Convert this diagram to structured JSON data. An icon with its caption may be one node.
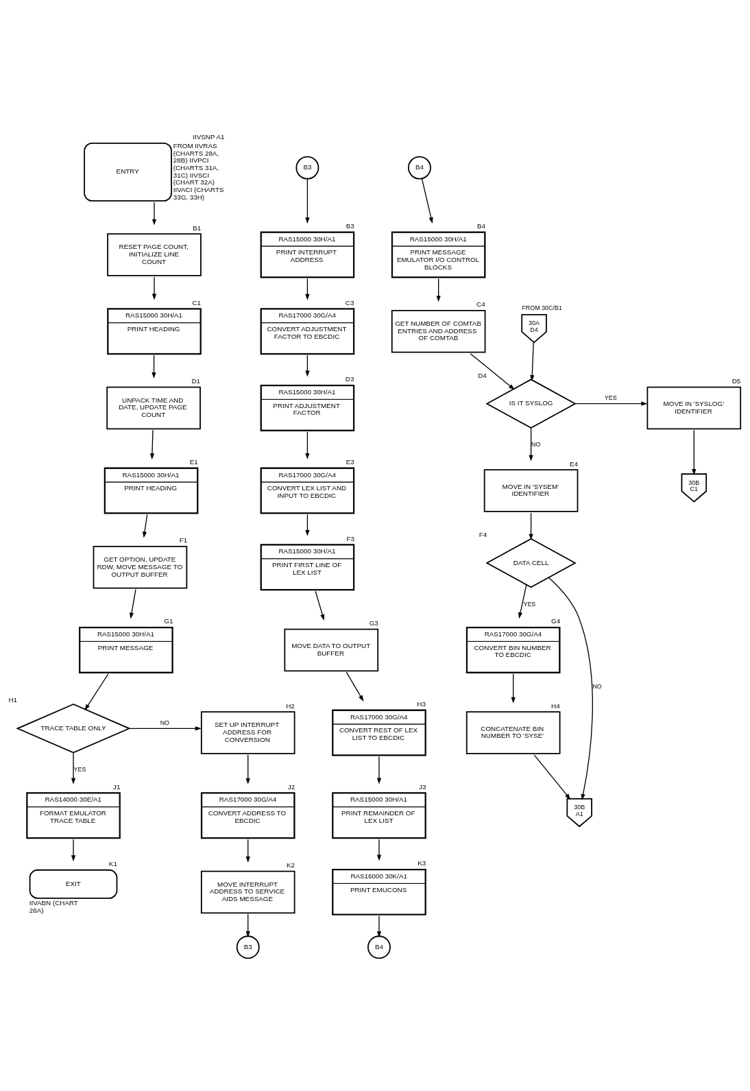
{
  "diagram": {
    "nodes": [
      {
        "text": [
          "ENTRY"
        ],
        "beside": [
          "IIVSNP A1",
          "FROM IIVRAS (CHARTS 28A, 28B) IIVPCI (CHARTS 31A, 31C) IIVSCI (CHART 32A) IIVACI (CHARTS 33G, 33H)"
        ]
      },
      {
        "text": [
          "RESET PAGE COUNT, INITIALIZE LINE COUNT"
        ],
        "beside": [
          "B1"
        ]
      },
      {
        "text": [
          "RAS15000 30H/A1",
          "PRINT HEADING"
        ],
        "beside": [
          "C1"
        ]
      },
      {
        "text": [
          "UNPACK TIME AND DATE, UPDATE PAGE COUNT"
        ],
        "beside": [
          "D1"
        ]
      },
      {
        "text": [
          "RAS15000 30H/A1",
          "PRINT HEADING"
        ],
        "beside": [
          "E1"
        ]
      },
      {
        "text": [
          "GET OPTION, UPDATE RDW, MOVE MESSAGE TO OUTPUT BUFFER"
        ],
        "beside": [
          "F1"
        ]
      },
      {
        "text": [
          "RAS15000 30H/A1",
          "PRINT MESSAGE"
        ],
        "beside": [
          "G1"
        ]
      },
      {
        "text": [
          "TRACE TABLE ONLY"
        ],
        "beside": [
          "H1"
        ]
      },
      {
        "text": [
          "SET UP INTERRUPT ADDRESS FOR CONVERSION"
        ],
        "beside": [
          "H2"
        ]
      },
      {
        "text": [
          "RAS14000 30E/A1",
          "FORMAT EMULATOR TRACE TABLE"
        ],
        "beside": [
          "J1"
        ]
      },
      {
        "text": [
          "RAS17000 30G/A4",
          "CONVERT ADDRESS TO EBCDIC"
        ],
        "beside": [
          "J2"
        ]
      },
      {
        "text": [
          "EXIT"
        ],
        "beside": [
          "K1",
          "IIVABN (CHART 26A)"
        ]
      },
      {
        "text": [
          "MOVE INTERRUPT ADDRESS TO SERVICE AIDS MESSAGE"
        ],
        "beside": [
          "K2"
        ]
      },
      {
        "text": [
          "B3"
        ]
      },
      {
        "text": [
          "B3"
        ]
      },
      {
        "text": [
          "RAS15000 30H/A1",
          "PRINT INTERRUPT ADDRESS"
        ],
        "beside": [
          "B3"
        ]
      },
      {
        "text": [
          "RAS17000 30G/A4",
          "CONVERT ADJUSTMENT FACTOR TO EBCDIC"
        ],
        "beside": [
          "C3"
        ]
      },
      {
        "text": [
          "RAS15000 30H/A1",
          "PRINT ADJUSTMENT FACTOR"
        ],
        "beside": [
          "D3"
        ]
      },
      {
        "text": [
          "RAS17000 30G/A4",
          "CONVERT LEX LIST AND INPUT TO EBCDIC"
        ],
        "beside": [
          "E3"
        ]
      },
      {
        "text": [
          "RAS15000 30H/A1",
          "PRINT FIRST LINE OF LEX LIST"
        ],
        "beside": [
          "F3"
        ]
      },
      {
        "text": [
          "MOVE DATA TO OUTPUT BUFFER"
        ],
        "beside": [
          "G3"
        ]
      },
      {
        "text": [
          "RAS17000 30G/A4",
          "CONVERT REST OF LEX LIST TO EBCDIC"
        ],
        "beside": [
          "H3"
        ]
      },
      {
        "text": [
          "RAS15000 30H/A1",
          "PRINT REMAINDER OF LEX LIST"
        ],
        "beside": [
          "J3"
        ]
      },
      {
        "text": [
          "RAS16000 30K/A1",
          "PRINT EMUCONS"
        ],
        "beside": [
          "K3"
        ]
      },
      {
        "text": [
          "B4"
        ]
      },
      {
        "text": [
          "B4"
        ]
      },
      {
        "text": [
          "RAS15000 30H/A1",
          "PRINT MESSAGE EMULATOR I/O CONTROL BLOCKS"
        ],
        "beside": [
          "B4"
        ]
      },
      {
        "text": [
          "GET NUMBER OF COMTAB ENTRIES AND ADDRESS OF COMTAB"
        ],
        "beside": [
          "C4"
        ]
      },
      {
        "text": [
          "30A D4"
        ],
        "beside": [
          "FROM 30C/B1"
        ]
      },
      {
        "text": [
          "IS IT SYSLOG"
        ],
        "beside": [
          "D4"
        ]
      },
      {
        "text": [
          "MOVE IN 'SYSLOG' IDENTIFIER"
        ],
        "beside": [
          "D5"
        ]
      },
      {
        "text": [
          "30B C1"
        ]
      },
      {
        "text": [
          "MOVE IN 'SYSEM' IDENTIFIER"
        ],
        "beside": [
          "E4"
        ]
      },
      {
        "text": [
          "DATA CELL"
        ],
        "beside": [
          "F4"
        ]
      },
      {
        "text": [
          "RAS17000 30G/A4",
          "CONVERT BIN NUMBER TO EBCDIC"
        ],
        "beside": [
          "G4"
        ]
      },
      {
        "text": [
          "CONCATENATE BIN NUMBER TO 'SYSE'"
        ],
        "beside": [
          "H4"
        ]
      },
      {
        "text": [
          "30B A1"
        ]
      }
    ],
    "edges": [
      {
        "from": 0,
        "to": 1,
        "arrow": "to"
      },
      {
        "from": 1,
        "to": 2,
        "arrow": "to"
      },
      {
        "from": 2,
        "to": 3,
        "arrow": "to"
      },
      {
        "from": 3,
        "to": 4,
        "arrow": "to"
      },
      {
        "from": 4,
        "to": 5,
        "arrow": "to"
      },
      {
        "from": 5,
        "to": 6,
        "arrow": "to"
      },
      {
        "from": 6,
        "to": 7,
        "arrow": "to"
      },
      {
        "from": 7,
        "to": 8,
        "arrow": "to",
        "label": "NO"
      },
      {
        "from": 7,
        "to": 9,
        "arrow": "to",
        "label": "YES"
      },
      {
        "from": 8,
        "to": 10,
        "arrow": "to"
      },
      {
        "from": 9,
        "to": 11,
        "arrow": "to"
      },
      {
        "from": 10,
        "to": 12,
        "arrow": "to"
      },
      {
        "from": 12,
        "to": 14,
        "arrow": "to"
      },
      {
        "from": 13,
        "to": 15,
        "arrow": "to"
      },
      {
        "from": 15,
        "to": 16,
        "arrow": "to"
      },
      {
        "from": 16,
        "to": 17,
        "arrow": "to"
      },
      {
        "from": 17,
        "to": 18,
        "arrow": "to"
      },
      {
        "from": 18,
        "to": 19,
        "arrow": "to"
      },
      {
        "from": 19,
        "to": 20,
        "arrow": "to"
      },
      {
        "from": 20,
        "to": 21,
        "arrow": "to"
      },
      {
        "from": 21,
        "to": 22,
        "arrow": "to"
      },
      {
        "from": 22,
        "to": 23,
        "arrow": "to"
      },
      {
        "from": 23,
        "to": 25,
        "arrow": "to"
      },
      {
        "from": 24,
        "to": 26,
        "arrow": "to"
      },
      {
        "from": 26,
        "to": 27,
        "arrow": "to"
      },
      {
        "from": 27,
        "to": 29,
        "arrow": "to"
      },
      {
        "from": 28,
        "to": 29,
        "arrow": "to"
      },
      {
        "from": 29,
        "to": 30,
        "arrow": "to",
        "label": "YES"
      },
      {
        "from": 29,
        "to": 32,
        "arrow": "to",
        "label": "NO"
      },
      {
        "from": 30,
        "to": 31,
        "arrow": "to"
      },
      {
        "from": 32,
        "to": 33,
        "arrow": "to"
      },
      {
        "from": 33,
        "to": 34,
        "arrow": "to",
        "label": "YES"
      },
      {
        "from": 33,
        "to": 36,
        "arrow": "to",
        "label": "NO"
      },
      {
        "from": 34,
        "to": 35,
        "arrow": "to"
      },
      {
        "from": 35,
        "to": 36,
        "arrow": "to"
      }
    ]
  }
}
